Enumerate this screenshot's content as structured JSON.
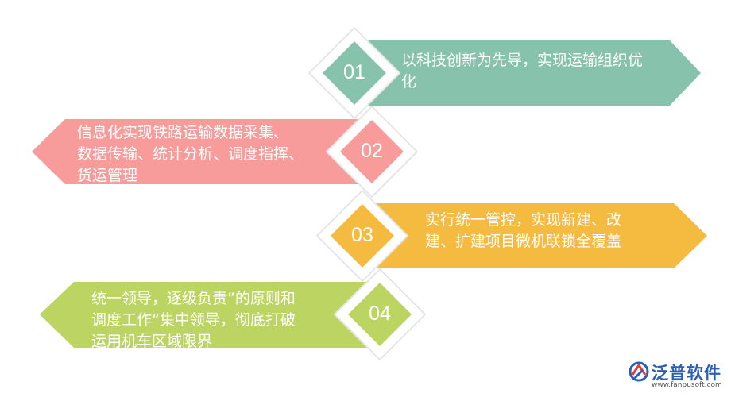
{
  "colors": {
    "step1": "#87c2ad",
    "step2": "#f79b9b",
    "step3": "#f5bb41",
    "step4": "#bcd562",
    "diamond_border": "#e6e6e6"
  },
  "steps": [
    {
      "number": "01",
      "lines": [
        "以科技创新为先导，实现运输组织优",
        "化"
      ]
    },
    {
      "number": "02",
      "lines": [
        "信息化实现铁路运输数据采集、",
        "数据传输、统计分析、调度指挥、",
        "货运管理"
      ]
    },
    {
      "number": "03",
      "lines": [
        "实行统一管控，实现新建、改",
        "建、扩建项目微机联锁全覆盖"
      ]
    },
    {
      "number": "04",
      "lines": [
        "统一领导，逐级负责”的原则和",
        "调度工作“集中领导，彻底打破",
        "运用机车区域限界"
      ]
    }
  ],
  "logo": {
    "icon": "fanpu-logo-icon",
    "name": "泛普软件",
    "url": "www.fanpusoft.com"
  }
}
